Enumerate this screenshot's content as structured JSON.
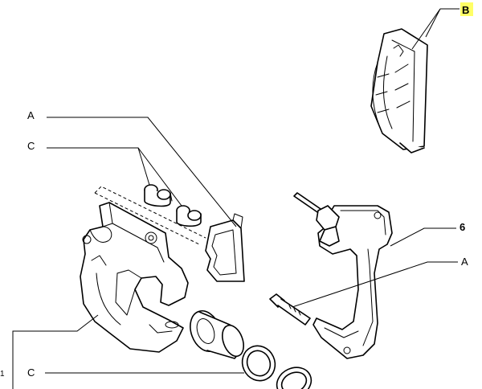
{
  "diagram": {
    "labels": {
      "b_top": "B",
      "a_left": "A",
      "c_left_upper": "C",
      "six": "6",
      "a_right": "A",
      "c_left_lower": "C"
    },
    "colors": {
      "highlight": "#ffff66",
      "line": "#000000",
      "background": "#ffffff"
    }
  }
}
